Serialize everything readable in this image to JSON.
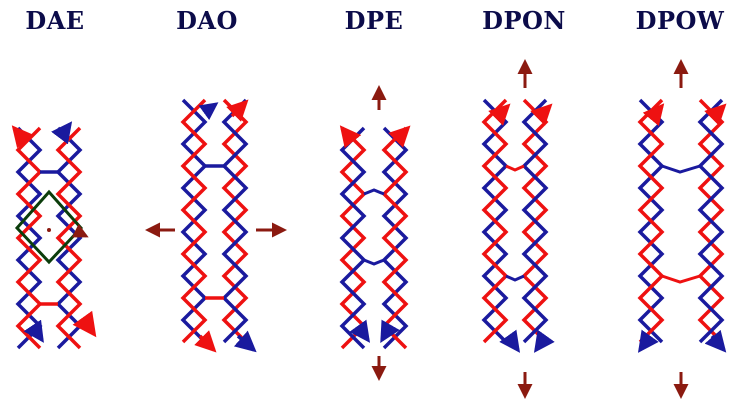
{
  "colors": {
    "blue_strand": "#1a1a9e",
    "red_strand": "#ee1111",
    "arrow": "#8b1a10",
    "diamond": "#0b3d0b",
    "label": "#0c0c4a"
  },
  "panels": [
    {
      "id": "dae",
      "label": "DAE",
      "arrows": [
        "strand-ends"
      ],
      "feature": "diamond"
    },
    {
      "id": "dao",
      "label": "DAO",
      "arrows": [
        "left",
        "right",
        "strand-ends"
      ]
    },
    {
      "id": "dpe",
      "label": "DPE",
      "arrows": [
        "up",
        "down",
        "strand-ends"
      ]
    },
    {
      "id": "dpon",
      "label": "DPON",
      "arrows": [
        "up",
        "down",
        "strand-ends"
      ]
    },
    {
      "id": "dpow",
      "label": "DPOW",
      "arrows": [
        "up",
        "down",
        "strand-ends"
      ]
    }
  ]
}
